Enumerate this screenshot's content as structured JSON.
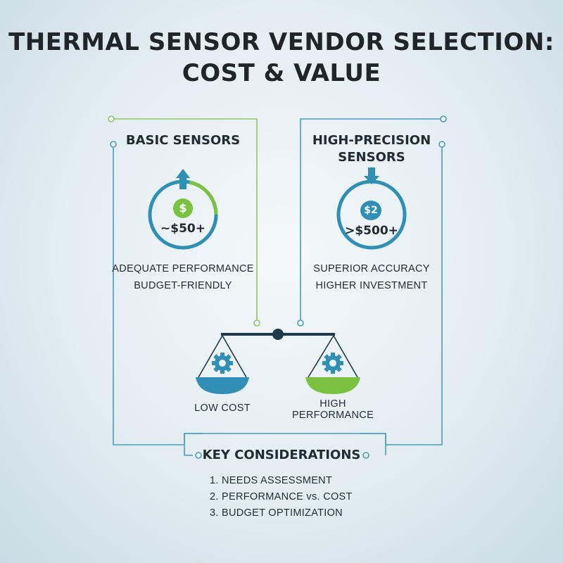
{
  "title": {
    "line1": "THERMAL SENSOR VENDOR SELECTION:",
    "line2": "COST & VALUE"
  },
  "left_option": {
    "heading": "BASIC SENSORS",
    "icon_symbol": "$",
    "price": "~$50+",
    "desc_line1": "ADEQUATE PERFORMANCE",
    "desc_line2": "BUDGET-FRIENDLY",
    "arrow": "up-arrow-icon",
    "accent_color": "#2f8fb5",
    "coin_color": "#7cc242"
  },
  "right_option": {
    "heading_line1": "HIGH-PRECISION",
    "heading_line2": "SENSORS",
    "icon_symbol": "$2",
    "price": ">$500+",
    "desc_line1": "SUPERIOR ACCURACY",
    "desc_line2": "HIGHER INVESTMENT",
    "arrow": "down-arrow-icon",
    "accent_color": "#2f8fb5",
    "coin_color": "#2f8fb5"
  },
  "scale": {
    "left_label": "LOW COST",
    "right_label": "HIGH PERFORMANCE",
    "left_pan_color": "#2f8fb5",
    "right_pan_color": "#7cc242",
    "beam_color": "#1f3a4d"
  },
  "key_considerations": {
    "title": "KEY CONSIDERATIONS",
    "items": [
      "1. NEEDS ASSESSMENT",
      "2. PERFORMANCE vs. COST",
      "3. BUDGET OPTIMIZATION"
    ]
  }
}
